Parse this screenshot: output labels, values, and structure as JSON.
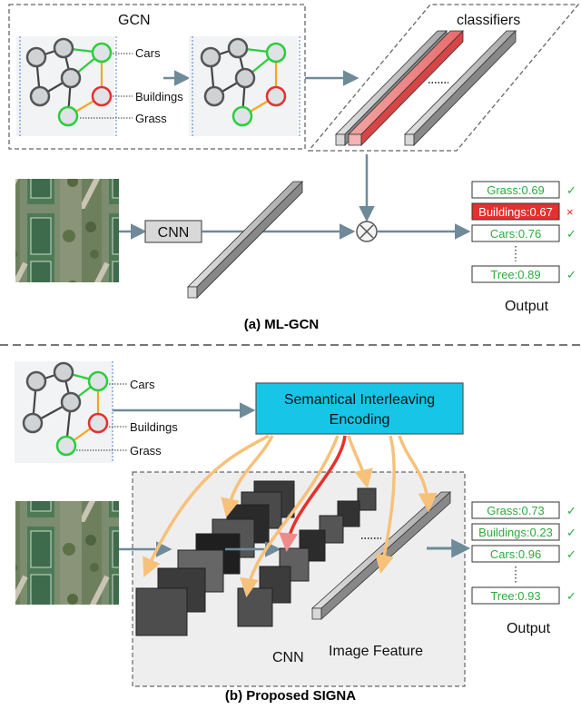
{
  "panel_a": {
    "gcn_title": "GCN",
    "node_labels": [
      "Cars",
      "Buildings",
      "Grass"
    ],
    "classifiers_label": "classifiers",
    "cnn_label": "CNN",
    "caption": "(a) ML-GCN",
    "output_label": "Output",
    "outputs": [
      {
        "text": "Grass:0.69",
        "status": "ok",
        "mark": "✓"
      },
      {
        "text": "Buildings:0.67",
        "status": "bad",
        "mark": "×"
      },
      {
        "text": "Cars:0.76",
        "status": "ok",
        "mark": "✓"
      },
      {
        "text": "Tree:0.89",
        "status": "ok",
        "mark": "✓"
      }
    ]
  },
  "panel_b": {
    "node_labels": [
      "Cars",
      "Buildings",
      "Grass"
    ],
    "sie_line1": "Semantical Interleaving",
    "sie_line2": "Encoding",
    "cnn_label": "CNN",
    "feature_label": "Image Feature",
    "caption": "(b) Proposed SIGNA",
    "output_label": "Output",
    "outputs": [
      {
        "text": "Grass:0.73",
        "status": "ok",
        "mark": "✓"
      },
      {
        "text": "Buildings:0.23",
        "status": "ok",
        "mark": "✓"
      },
      {
        "text": "Cars:0.96",
        "status": "ok",
        "mark": "✓"
      },
      {
        "text": "Tree:0.93",
        "status": "ok",
        "mark": "✓"
      }
    ]
  },
  "colors": {
    "node_gray": "#555555",
    "node_green": "#2ecc40",
    "node_red": "#e53030",
    "edge_orange": "#f5a623",
    "arrow": "#6f8a99",
    "sie_fill": "#17c5e6",
    "curve_orange": "#f7c17a",
    "curve_red": "#e8302a",
    "ok_green": "#2eaa3e",
    "bad_red": "#e02020"
  }
}
